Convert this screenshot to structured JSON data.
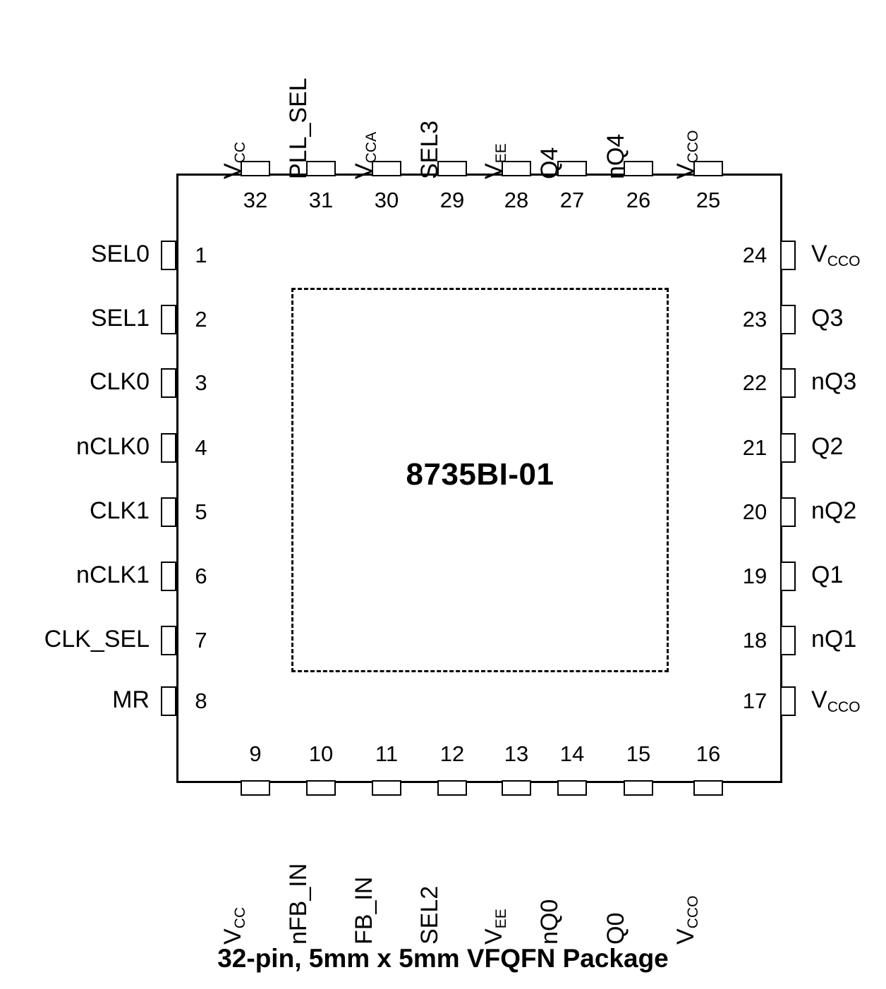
{
  "diagram": {
    "part_number": "8735BI-01",
    "caption": "32-pin, 5mm x 5mm VFQFN Package",
    "package_type": "VFQFN",
    "pin_count": 32,
    "body_size": "5mm x 5mm",
    "colors": {
      "outline": "#000000",
      "background": "#ffffff",
      "text": "#000000"
    },
    "pins": {
      "left": [
        {
          "num": "1",
          "label": "SEL0"
        },
        {
          "num": "2",
          "label": "SEL1"
        },
        {
          "num": "3",
          "label": "CLK0"
        },
        {
          "num": "4",
          "label": "nCLK0"
        },
        {
          "num": "5",
          "label": "CLK1"
        },
        {
          "num": "6",
          "label": "nCLK1"
        },
        {
          "num": "7",
          "label": "CLK_SEL"
        },
        {
          "num": "8",
          "label": "MR"
        }
      ],
      "bottom": [
        {
          "num": "9",
          "label": "V",
          "sub": "CC"
        },
        {
          "num": "10",
          "label": "nFB_IN",
          "sub": ""
        },
        {
          "num": "11",
          "label": "FB_IN",
          "sub": ""
        },
        {
          "num": "12",
          "label": "SEL2",
          "sub": ""
        },
        {
          "num": "13",
          "label": "V",
          "sub": "EE"
        },
        {
          "num": "14",
          "label": "nQ0",
          "sub": ""
        },
        {
          "num": "15",
          "label": "Q0",
          "sub": ""
        },
        {
          "num": "16",
          "label": "V",
          "sub": "CCO"
        }
      ],
      "right": [
        {
          "num": "24",
          "label": "V",
          "sub": "CCO"
        },
        {
          "num": "23",
          "label": "Q3",
          "sub": ""
        },
        {
          "num": "22",
          "label": "nQ3",
          "sub": ""
        },
        {
          "num": "21",
          "label": "Q2",
          "sub": ""
        },
        {
          "num": "20",
          "label": "nQ2",
          "sub": ""
        },
        {
          "num": "19",
          "label": "Q1",
          "sub": ""
        },
        {
          "num": "18",
          "label": "nQ1",
          "sub": ""
        },
        {
          "num": "17",
          "label": "V",
          "sub": "CCO"
        }
      ],
      "top": [
        {
          "num": "32",
          "label": "V",
          "sub": "CC"
        },
        {
          "num": "31",
          "label": "PLL_SEL",
          "sub": ""
        },
        {
          "num": "30",
          "label": "V",
          "sub": "CCA"
        },
        {
          "num": "29",
          "label": "SEL3",
          "sub": ""
        },
        {
          "num": "28",
          "label": "V",
          "sub": "EE"
        },
        {
          "num": "27",
          "label": "Q4",
          "sub": ""
        },
        {
          "num": "26",
          "label": "nQ4",
          "sub": ""
        },
        {
          "num": "25",
          "label": "V",
          "sub": "CCO"
        }
      ]
    }
  }
}
